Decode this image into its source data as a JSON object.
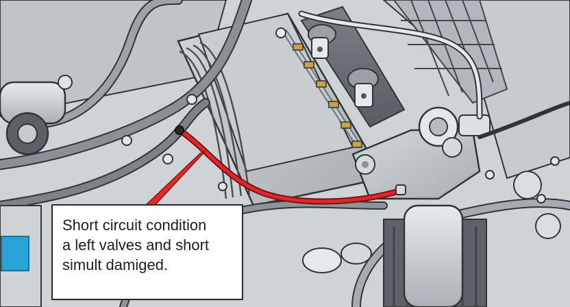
{
  "callout": {
    "text": "Short circuit condition\na left valves and short\nsimult damiged."
  },
  "colors": {
    "background": "#d9dde0",
    "engine_metal": "#b9bec3",
    "hose": "#7f868c",
    "highlight_wire": "#e0282a",
    "leader_arrow": "#e0282a",
    "brass_fitting": "#c9a24a",
    "coolant_reservoir": "#2aa3d8"
  },
  "icons": {
    "arrow": "red-leader-arrow",
    "wire": "highlighted-short-circuit-wire"
  }
}
